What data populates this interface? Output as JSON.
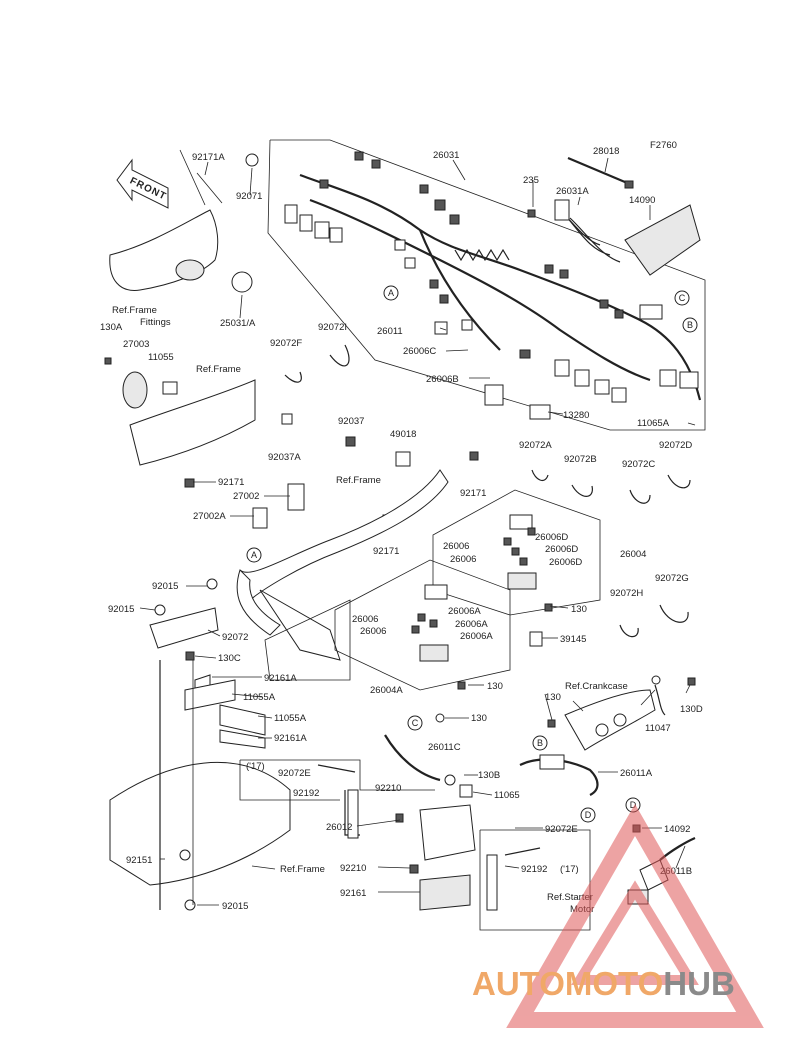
{
  "figure_code": "F2760",
  "front_label": "FRONT",
  "parts": {
    "p26031": "26031",
    "p28018": "28018",
    "p235": "235",
    "p26031A": "26031A",
    "p14090": "14090",
    "p92171A": "92171A",
    "p92071": "92071",
    "p25031A": "25031/A",
    "p130A": "130A",
    "p27003": "27003",
    "p11055": "11055",
    "p92072F": "92072F",
    "p92072I": "92072I",
    "p26011": "26011",
    "p26006C": "26006C",
    "p26006B": "26006B",
    "p13280": "13280",
    "p11065A": "11065A",
    "p92037": "92037",
    "p92037A": "92037A",
    "p49018": "49018",
    "p92171a": "92171",
    "p92171b": "92171",
    "p92171c": "92171",
    "p27002": "27002",
    "p27002A": "27002A",
    "p92072A": "92072A",
    "p92072B": "92072B",
    "p92072C": "92072C",
    "p92072D": "92072D",
    "p26006D1": "26006D",
    "p26006a": "26006",
    "p26006D2": "26006D",
    "p26006b": "26006",
    "p26006D3": "26006D",
    "p26004": "26004",
    "p92015a": "92015",
    "p92015b": "92015",
    "p92015c": "92015",
    "p92072": "92072",
    "p130C": "130C",
    "p92161A1": "92161A",
    "p11055A1": "11055A",
    "p11055A2": "11055A",
    "p92161A2": "92161A",
    "p26006c": "26006",
    "p26006A1": "26006A",
    "p26006d": "26006",
    "p26006A2": "26006A",
    "p26006A3": "26006A",
    "p130a": "130",
    "p39145": "39145",
    "p92072H": "92072H",
    "p92072G": "92072G",
    "p26004A": "26004A",
    "p130b": "130",
    "p130c": "130",
    "p130d": "130",
    "p130D": "130D",
    "p11047": "11047",
    "p26011C": "26011C",
    "p130B": "130B",
    "p11065": "11065",
    "p26011A": "26011A",
    "p92072E1": "92072E",
    "p92192a": "92192",
    "p92210a": "92210",
    "p26012": "26012",
    "p92210b": "92210",
    "p92161": "92161",
    "p92072E2": "92072E",
    "p92192b": "92192",
    "p14092": "14092",
    "p26011B": "26011B",
    "p92151": "92151"
  },
  "refs": {
    "frame_fittings_1": "Ref.Frame",
    "frame_fittings_2": "Fittings",
    "frame_a": "Ref.Frame",
    "frame_b": "Ref.Frame",
    "frame_c": "Ref.Frame",
    "crankcase": "Ref.Crankcase",
    "starter_1": "Ref.Starter",
    "starter_2": "Motor"
  },
  "year_notes": {
    "y17a": "('17)",
    "y17b": "('17)"
  },
  "callouts": {
    "A1": "A",
    "A2": "A",
    "B1": "B",
    "B2": "B",
    "C1": "C",
    "C2": "C",
    "D1": "D",
    "D2": "D"
  },
  "watermark": {
    "part1": "AUTOMOTO",
    "part2": "HUB",
    "color1": "#f0a868",
    "color2": "#8a8a8a",
    "triangle_color": "#e05858"
  }
}
